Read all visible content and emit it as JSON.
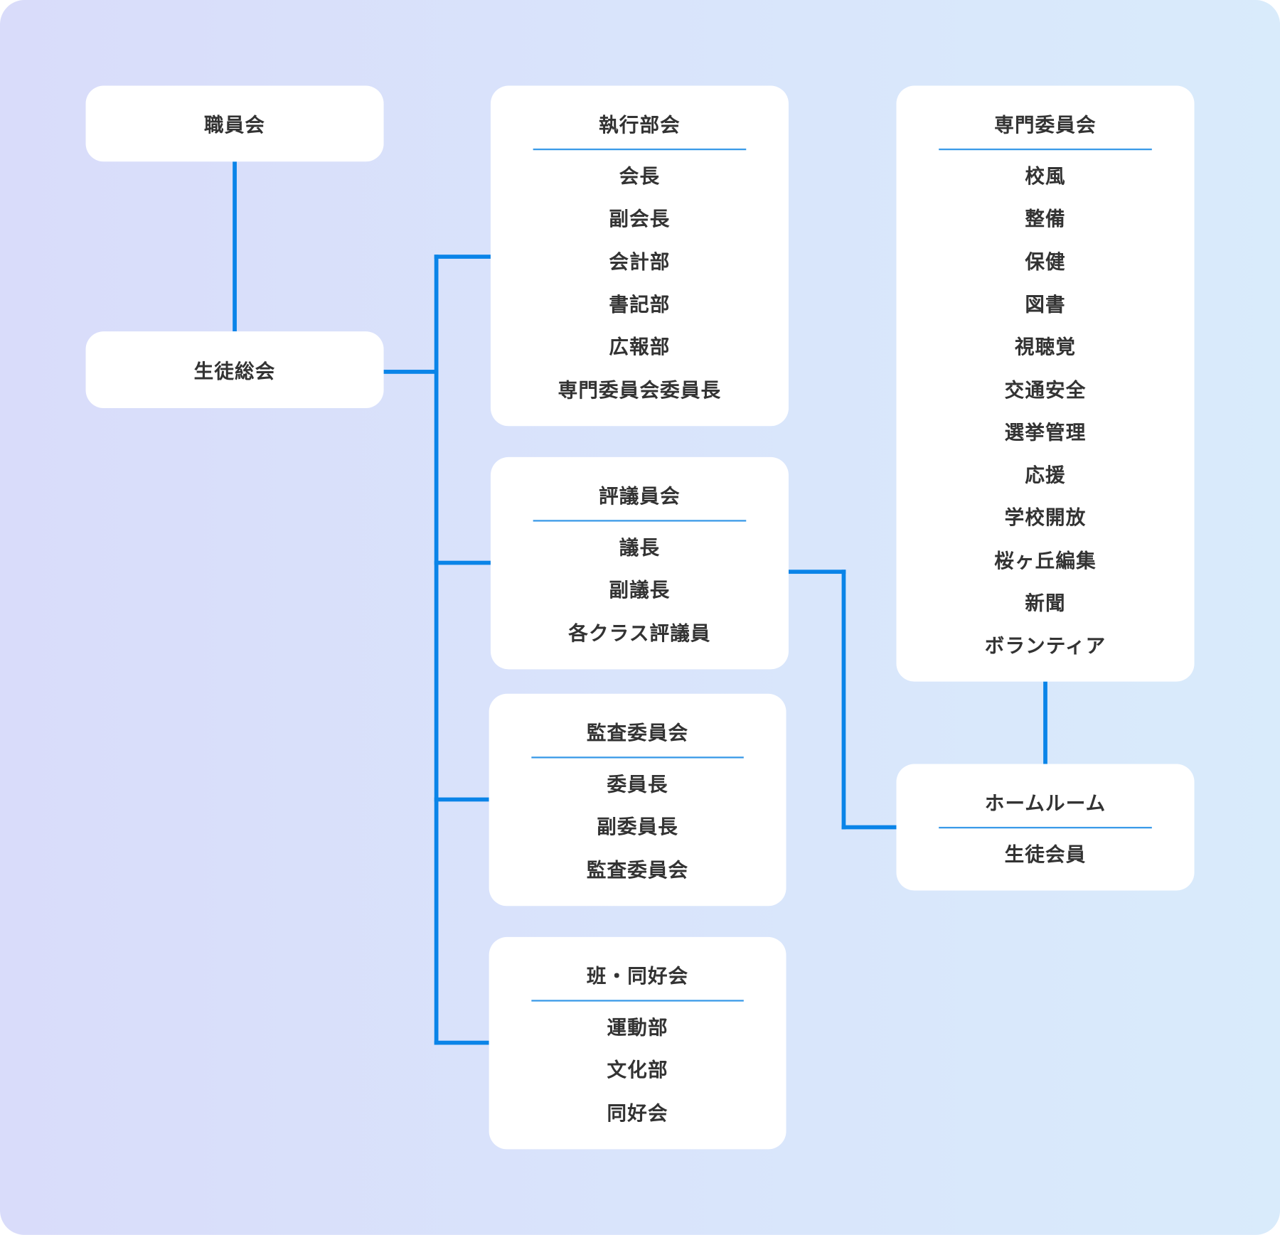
{
  "colors": {
    "line": "#0a84e8",
    "text": "#333333"
  },
  "nodes": {
    "staff": "職員会",
    "general": "生徒総会",
    "executive": {
      "title": "執行部会",
      "items": [
        "会長",
        "副会長",
        "会計部",
        "書記部",
        "広報部",
        "専門委員会委員長"
      ]
    },
    "council": {
      "title": "評議員会",
      "items": [
        "議長",
        "副議長",
        "各クラス評議員"
      ]
    },
    "audit": {
      "title": "監査委員会",
      "items": [
        "委員長",
        "副委員長",
        "監査委員会"
      ]
    },
    "clubs": {
      "title": "班・同好会",
      "items": [
        "運動部",
        "文化部",
        "同好会"
      ]
    },
    "committees": {
      "title": "専門委員会",
      "items": [
        "校風",
        "整備",
        "保健",
        "図書",
        "視聴覚",
        "交通安全",
        "選挙管理",
        "応援",
        "学校開放",
        "桜ヶ丘編集",
        "新聞",
        "ボランティア"
      ]
    },
    "homeroom": {
      "title": "ホームルーム",
      "items": [
        "生徒会員"
      ]
    }
  }
}
